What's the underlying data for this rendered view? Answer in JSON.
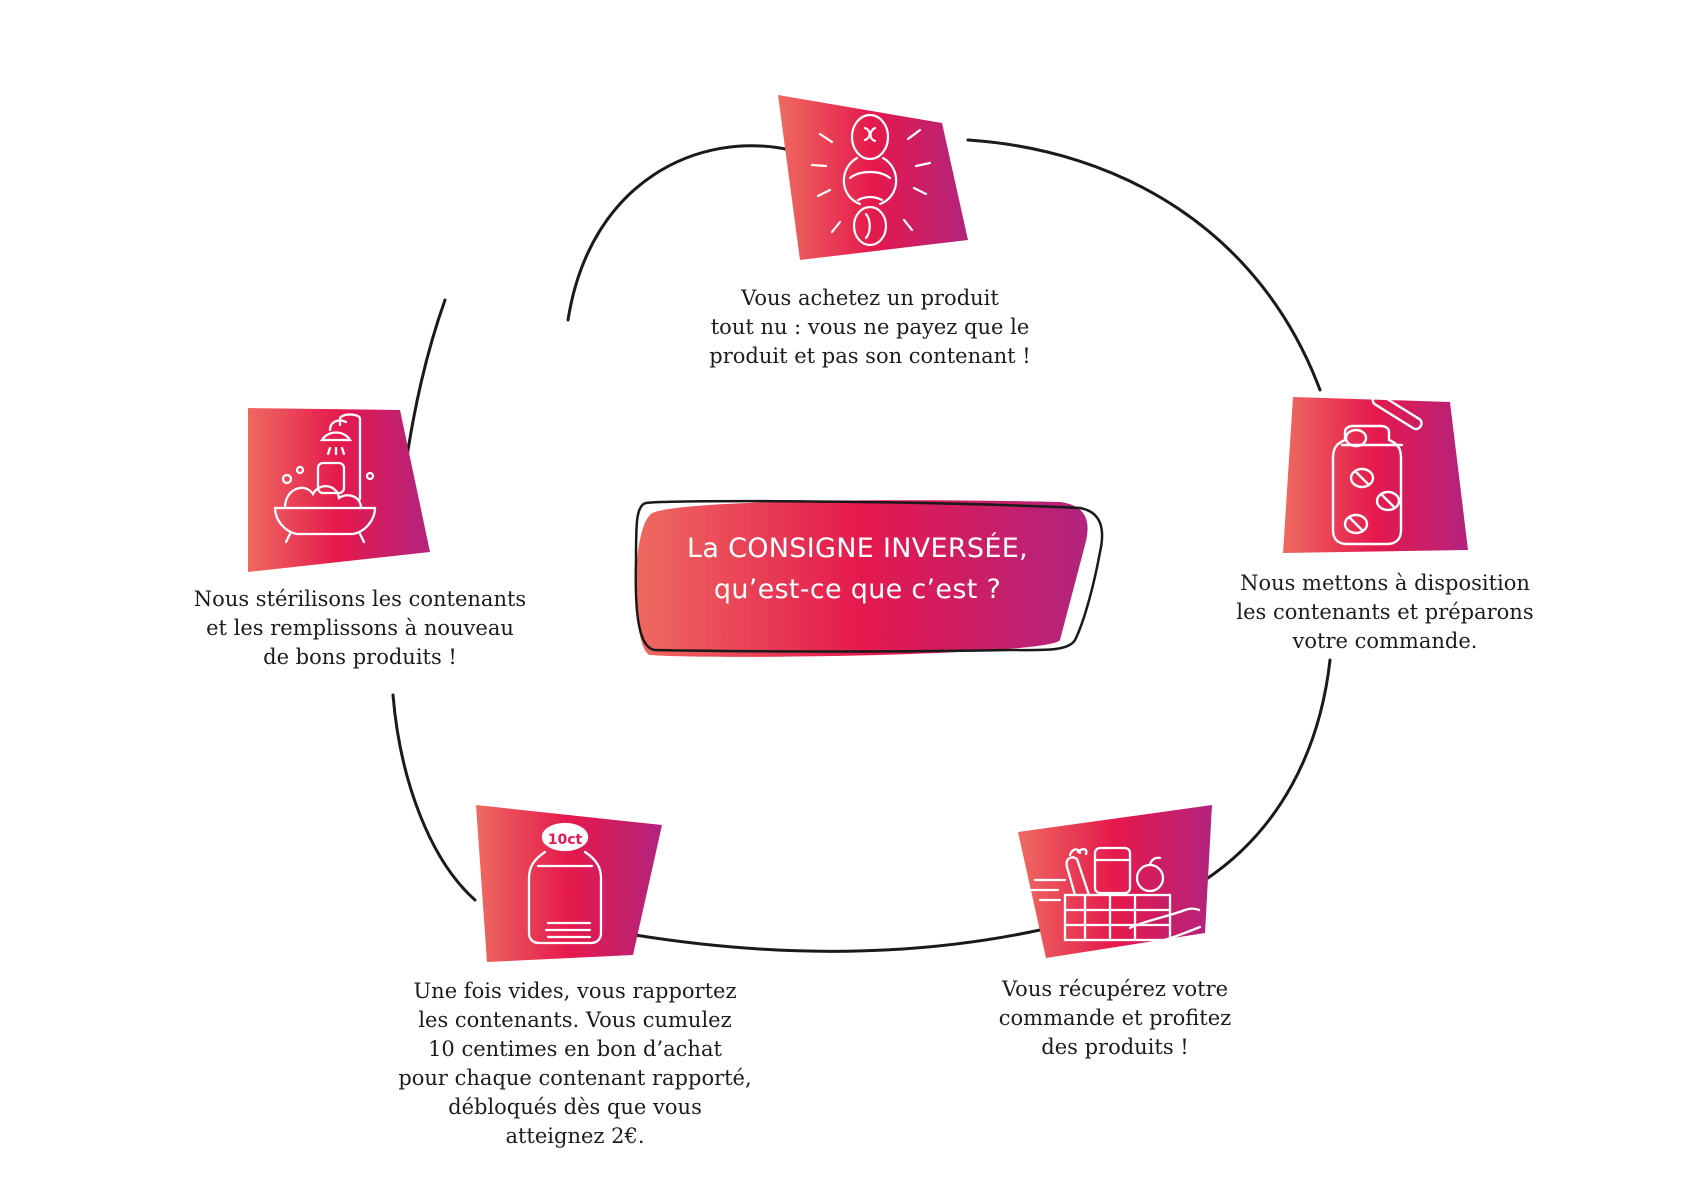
{
  "center": {
    "title": "La CONSIGNE INVERSÉE,\nqu’est-ce que c’est ?"
  },
  "colors": {
    "gradient_start": "#ee5f5f",
    "gradient_mid": "#e5194d",
    "gradient_end": "#b2237e",
    "line": "#1a1a1a"
  },
  "steps": [
    {
      "icon": "person-holding-coffee-beans-icon",
      "text": "Vous achetez un produit\ntout nu : vous ne payez que le\nproduit et pas son contenant !"
    },
    {
      "icon": "jar-with-coffee-beans-icon",
      "text": "Nous mettons à disposition\nles contenants et préparons\nvotre commande."
    },
    {
      "icon": "crate-of-groceries-hand-icon",
      "text": "Vous récupérez votre\ncommande et profitez\ndes produits !"
    },
    {
      "icon": "jar-with-coins-icon",
      "badge": "10ct",
      "text": "Une fois vides, vous rapportez\nles contenants. Vous cumulez\n10 centimes en bon d’achat\npour chaque contenant rapporté,\ndébloqués dès que vous\natteignez 2€."
    },
    {
      "icon": "bathtub-sterilizing-jars-icon",
      "text": "Nous stérilisons les contenants\net les remplissons à nouveau\nde bons produits !"
    }
  ]
}
